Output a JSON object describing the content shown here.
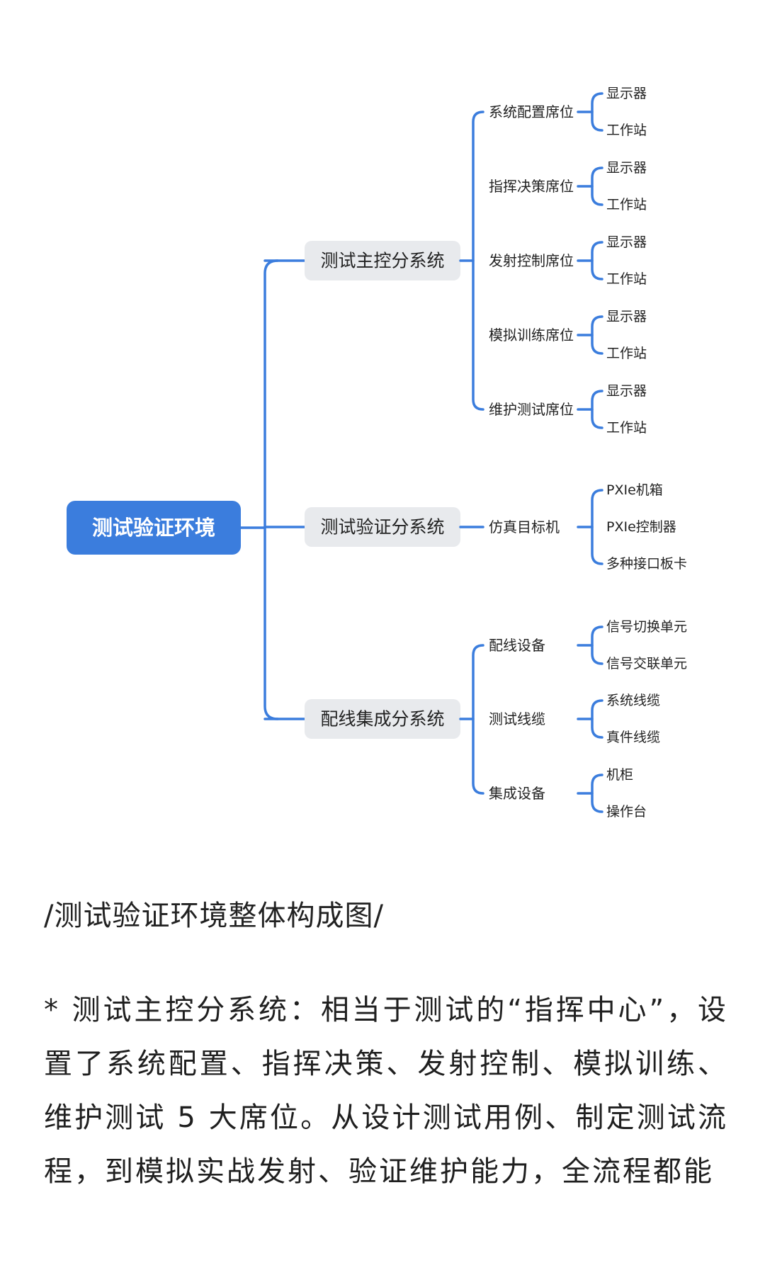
{
  "root": "测试验证环境",
  "colors": {
    "accent": "#3b7ddd",
    "node_bg": "#e8eaed"
  },
  "subsystems": [
    {
      "label": "测试主控分系统",
      "children": [
        {
          "label": "系统配置席位",
          "leaves": [
            "显示器",
            "工作站"
          ]
        },
        {
          "label": "指挥决策席位",
          "leaves": [
            "显示器",
            "工作站"
          ]
        },
        {
          "label": "发射控制席位",
          "leaves": [
            "显示器",
            "工作站"
          ]
        },
        {
          "label": "模拟训练席位",
          "leaves": [
            "显示器",
            "工作站"
          ]
        },
        {
          "label": "维护测试席位",
          "leaves": [
            "显示器",
            "工作站"
          ]
        }
      ]
    },
    {
      "label": "测试验证分系统",
      "children": [
        {
          "label": "仿真目标机",
          "leaves": [
            "PXIe机箱",
            "PXIe控制器",
            "多种接口板卡"
          ]
        }
      ]
    },
    {
      "label": "配线集成分系统",
      "children": [
        {
          "label": "配线设备",
          "leaves": [
            "信号切换单元",
            "信号交联单元"
          ]
        },
        {
          "label": "测试线缆",
          "leaves": [
            "系统线缆",
            "真件线缆"
          ]
        },
        {
          "label": "集成设备",
          "leaves": [
            "机柜",
            "操作台"
          ]
        }
      ]
    }
  ],
  "caption": "/测试验证环境整体构成图/",
  "paragraph": "* 测试主控分系统：相当于测试的“指挥中心”，设置了系统配置、指挥决策、发射控制、模拟训练、维护测试 5 大席位。从设计测试用例、制定测试流程，到模拟实战发射、验证维护能力，全流程都能"
}
